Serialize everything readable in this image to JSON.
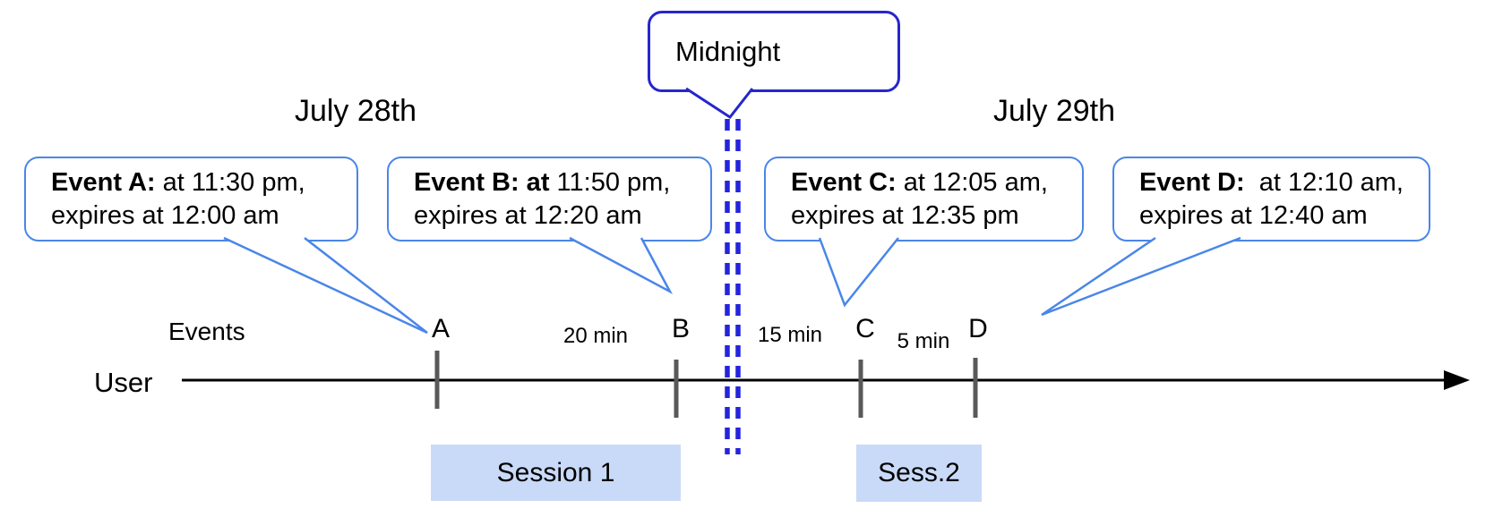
{
  "dates": {
    "left": "July 28th",
    "right": "July 29th"
  },
  "midnight": {
    "label": "Midnight"
  },
  "events": [
    {
      "bold": "Event A:",
      "rest": " at 11:30 pm,",
      "line2": "expires at 12:00 am"
    },
    {
      "bold": "Event B: at",
      "rest": " 11:50 pm,",
      "line2": "expires at 12:20 am"
    },
    {
      "bold": "Event C:",
      "rest": " at 12:05 am,",
      "line2": "expires at 12:35 pm"
    },
    {
      "bold": "Event D:",
      "rest": "  at 12:10 am,",
      "line2": "expires at 12:40 am"
    }
  ],
  "axis": {
    "events_label": "Events",
    "user_label": "User"
  },
  "ticks": [
    "A",
    "B",
    "C",
    "D"
  ],
  "gaps": [
    "20 min",
    "15 min",
    "5 min"
  ],
  "sessions": [
    {
      "label": "Session 1"
    },
    {
      "label": "Sess.2"
    }
  ],
  "colors": {
    "callout_border": "#4a86e8",
    "midnight_border": "#2626cc",
    "dash": "#2424dd",
    "session_fill": "#c9daf8",
    "tick": "#595959",
    "axis": "#000000"
  }
}
